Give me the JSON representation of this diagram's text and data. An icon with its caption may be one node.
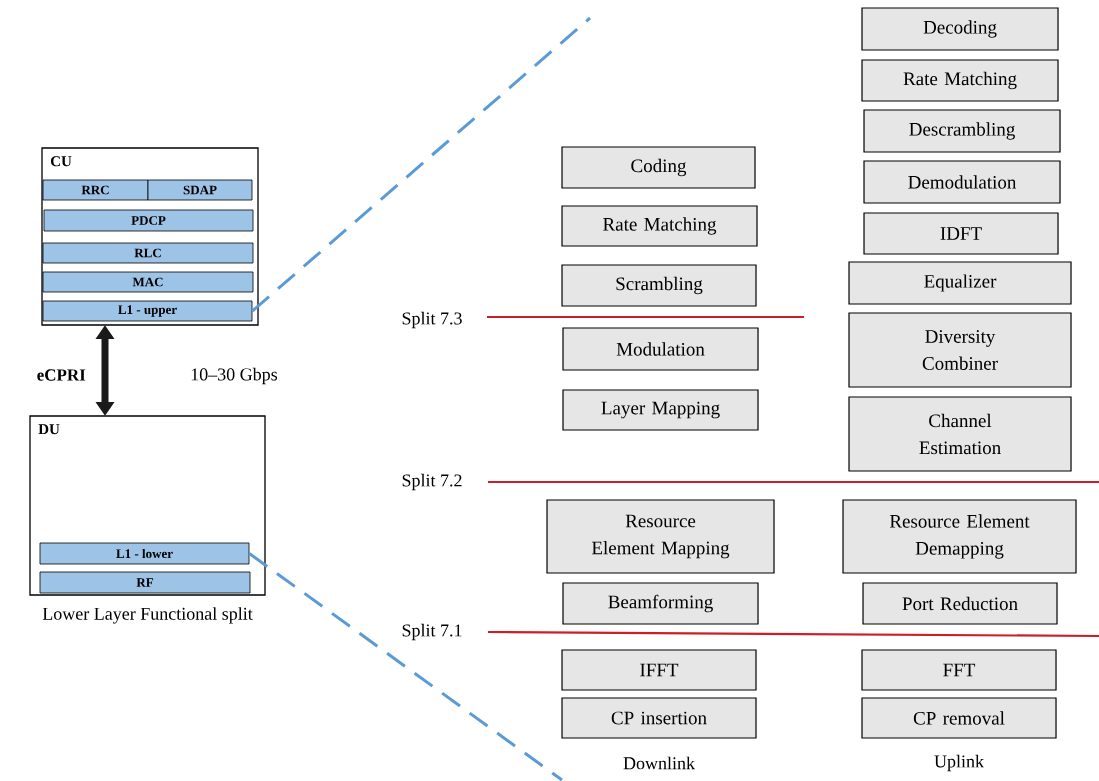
{
  "diagram": {
    "nodes": [
      {
        "text": [
          "CU"
        ]
      },
      {
        "text": [
          "RRC"
        ],
        "in": 0
      },
      {
        "text": [
          "SDAP"
        ],
        "in": 0
      },
      {
        "text": [
          "PDCP"
        ],
        "in": 0
      },
      {
        "text": [
          "RLC"
        ],
        "in": 0
      },
      {
        "text": [
          "MAC"
        ],
        "in": 0
      },
      {
        "text": [
          "L1 - upper"
        ],
        "in": 0
      },
      {
        "text": [
          "DU"
        ],
        "beside": [
          "Lower Layer Functional split"
        ]
      },
      {
        "text": [
          "L1 - lower"
        ],
        "in": 7
      },
      {
        "text": [
          "RF"
        ],
        "in": 7
      },
      {
        "text": [
          "Coding"
        ]
      },
      {
        "text": [
          "Rate Matching"
        ]
      },
      {
        "text": [
          "Scrambling"
        ]
      },
      {
        "text": [
          "Modulation"
        ]
      },
      {
        "text": [
          "Layer Mapping"
        ]
      },
      {
        "text": [
          "Resource Element Mapping"
        ]
      },
      {
        "text": [
          "Beamforming"
        ]
      },
      {
        "text": [
          "IFFT"
        ]
      },
      {
        "text": [
          "CP insertion"
        ]
      },
      {
        "text": [
          "Decoding"
        ]
      },
      {
        "text": [
          "Rate Matching"
        ]
      },
      {
        "text": [
          "Descrambling"
        ]
      },
      {
        "text": [
          "Demodulation"
        ]
      },
      {
        "text": [
          "IDFT"
        ]
      },
      {
        "text": [
          "Equalizer"
        ]
      },
      {
        "text": [
          "Diversity Combiner"
        ]
      },
      {
        "text": [
          "Channel Estimation"
        ]
      },
      {
        "text": [
          "Resource Element Demapping"
        ]
      },
      {
        "text": [
          "Port Reduction"
        ]
      },
      {
        "text": [
          "FFT"
        ]
      },
      {
        "text": [
          "CP removal"
        ]
      }
    ],
    "edges": [
      {
        "from": 0,
        "to": 7,
        "arrow": "both",
        "label": "eCPRI",
        "style": "thick",
        "color": "#1a1a1a"
      },
      {
        "from": 6,
        "to": null,
        "arrow": "none",
        "style": "dashed",
        "color": "#5b9bd5"
      },
      {
        "from": 8,
        "to": null,
        "arrow": "none",
        "style": "dashed",
        "color": "#5b9bd5"
      }
    ],
    "labels": [
      "10–30 Gbps",
      "Split 7.3",
      "Split 7.2",
      "Split 7.1",
      "Downlink",
      "Uplink"
    ]
  }
}
